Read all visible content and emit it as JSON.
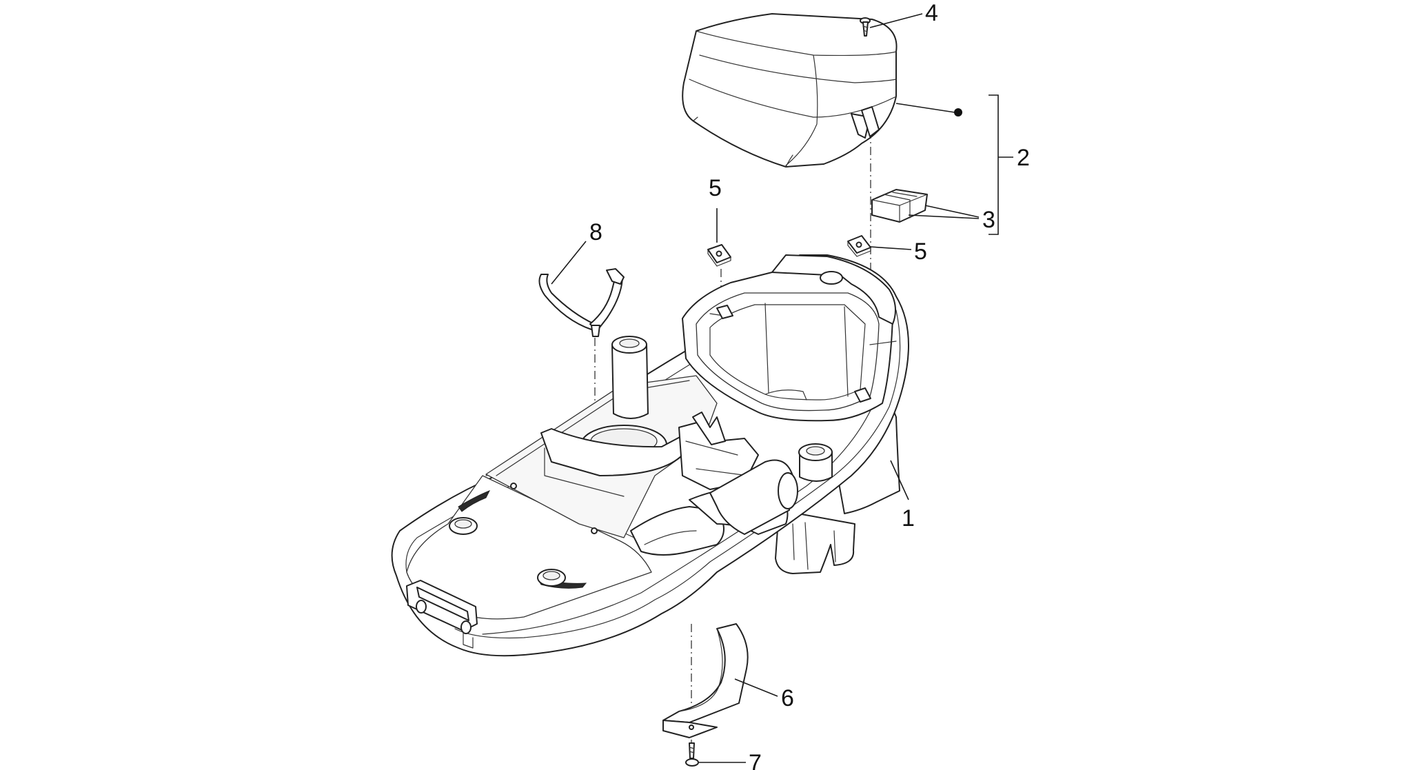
{
  "callouts": {
    "c1": "1",
    "c2": "2",
    "c3": "3",
    "c4": "4",
    "c5a": "5",
    "c5b": "5",
    "c6": "6",
    "c7": "7",
    "c8": "8"
  },
  "colors": {
    "line": "#222222",
    "background": "#ffffff"
  }
}
